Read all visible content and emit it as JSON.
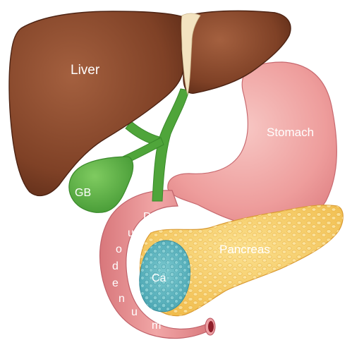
{
  "labels": {
    "liver": "Liver",
    "stomach": "Stomach",
    "gallbladder": "GB",
    "pancreas": "Pancreas",
    "carcinoma": "Ca",
    "duodenum_letters": [
      "D",
      "u",
      "o",
      "d",
      "e",
      "n",
      "u",
      "m"
    ]
  },
  "colors": {
    "liver": "#7a3b22",
    "liver_light": "#a25a3a",
    "stomach": "#e98f90",
    "stomach_light": "#f6c2c0",
    "bile_duct": "#4fa53a",
    "gallbladder": "#5cb344",
    "pancreas": "#f6c45a",
    "carcinoma": "#5fb7c2",
    "lumen": "#8e1e2a",
    "ligament": "#f3e3c0"
  }
}
